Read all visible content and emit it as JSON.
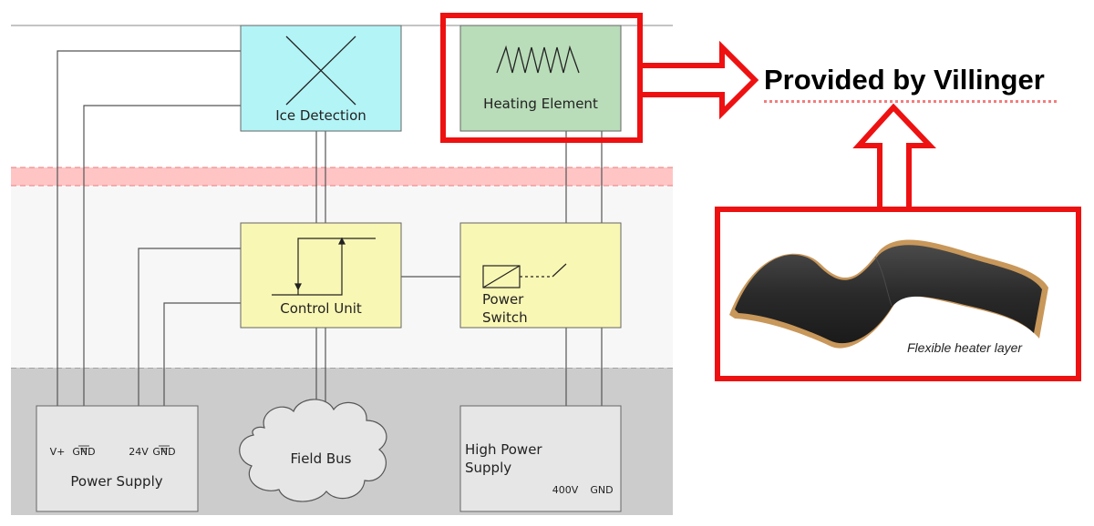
{
  "blocks": {
    "ice_detection": "Ice Detection",
    "heating_element": "Heating Element",
    "control_unit": "Control Unit",
    "power_switch_line1": "Power",
    "power_switch_line2": "Switch",
    "power_supply": "Power Supply",
    "field_bus": "Field Bus",
    "high_power_line1": "High Power",
    "high_power_line2": "Supply"
  },
  "terminals": {
    "v_plus": "V+",
    "gnd_1": "GND",
    "v24": "24V",
    "gnd_2": "GND",
    "v400": "400V",
    "gnd_3": "GND"
  },
  "callout": {
    "headline": "Provided by Villinger",
    "caption": "Flexible heater layer"
  },
  "colors": {
    "ice_detection_fill": "#b3f4f6",
    "heating_element_fill": "#b9dcb9",
    "control_fill": "#f9f7b4",
    "supply_fill": "#e6e6e6",
    "bottom_band": "#cccccc",
    "highlight_red": "#ee1111"
  }
}
